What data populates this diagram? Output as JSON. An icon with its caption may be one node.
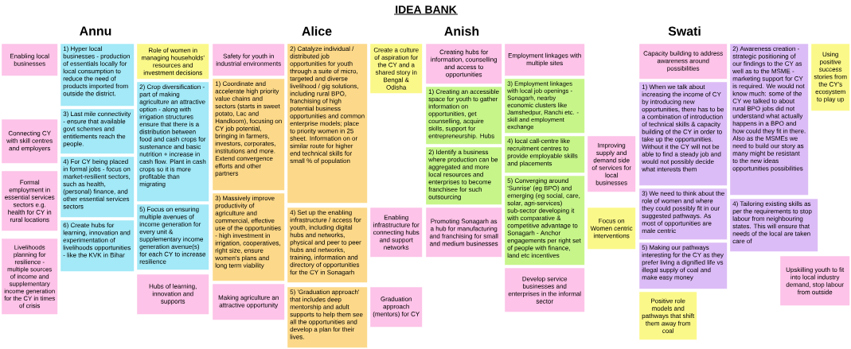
{
  "diagram": {
    "title": "IDEA BANK",
    "nodes": [
      {
        "text": [
          "Enabling local businesses"
        ]
      },
      {
        "text": [
          "Role of women in managing households' resources and investment decisions"
        ]
      },
      {
        "text": [
          "1) Hyper local businesses - production of essentials locally for local consumption to reduce the need of products imported from outside the district."
        ]
      },
      {
        "text": [
          "2) Crop diversification - part of making agriculture an attractive option - along with irrigation structures ensure that there is a distribution between food and cash crops for sustenance and basic nutrition + increase in cash flow. Plant in cash crops so it is more profitable than migrating"
        ]
      },
      {
        "text": [
          "Connecting CY with skill centres and employers"
        ]
      },
      {
        "text": [
          "3) Last mile connectivity - ensure that available govt schemes and entitlements reach the people."
        ]
      },
      {
        "text": [
          "4) For CY being placed in formal jobs - focus on market-resilient sectors, such as health, (personal) finance, and other essential services sectors"
        ]
      },
      {
        "text": [
          "Formal employment in essential services sectors e.g. health for CY in rural locations"
        ]
      },
      {
        "text": [
          "5) Focus on ensuring multiple avenues of income generation for every unit & supplementary income generation avenue(s) for each CY to increase resilience"
        ]
      },
      {
        "text": [
          "Livelihoods planning for resilience - multiple sources of income and supplementary income generation for the CY in times of crisis"
        ]
      },
      {
        "text": [
          "6) Create hubs for learning, innovation and experimentation of livelihoods opportunities - like the KVK in Bihar"
        ]
      },
      {
        "text": [
          "Hubs of learning, innovation and supports"
        ]
      },
      {
        "text": [
          "Safety for youth in industrial environments"
        ]
      },
      {
        "text": [
          "Create a culture of aspiration for the CY and a shared story in Bengal & Odisha"
        ]
      },
      {
        "text": [
          "1) Coordinate and accelerate high priority value chains and sectors (starts in sweet potato, Lac and Handloom), focusing on CY job potential, bringing in farmers, investors, corporates, institutions and more. Extend convergence efforts and other partners"
        ]
      },
      {
        "text": [
          "2) Catalyze individual / distributed job opportunities for youth through a suite of micro, targeted and diverse livelihood / gig solutions, including rural BPO, franchising of high potential business opportunities and common enterprise models; place to priority women in 25 sheet. Information on or similar route for higher end technical skills for small % of population"
        ]
      },
      {
        "text": [
          "3) Massively improve productivity of agriculture and commercial, effective use of the opportunities - high investment in irrigation, cooperatives, right size, ensure women's plans and long term viability"
        ]
      },
      {
        "text": [
          "Making agriculture an attractive opportunity"
        ]
      },
      {
        "text": [
          "4) Set up the enabling infrastructure / access for youth, including digital hubs and networks, physical and peer to peer hubs and networks, training, information and directory of opportunities for the CY in Sonagarh"
        ]
      },
      {
        "text": [
          "Enabling infrastructure for connecting hubs and support networks"
        ]
      },
      {
        "text": [
          "5) 'Graduation approach' that includes deep mentorship and adult supports to help them see all the opportunities and develop a plan for their lives."
        ]
      },
      {
        "text": [
          "Graduation approach (mentors) for CY"
        ]
      },
      {
        "text": [
          "Creating hubs for information, counselling and access to opportunities"
        ]
      },
      {
        "text": [
          "Employment linkages with multiple sites"
        ]
      },
      {
        "text": [
          "1) Creating an accessible space for youth to gather information on opportunities, get counselling, acquire skills, support for entrepreneurship. Hubs"
        ]
      },
      {
        "text": [
          "2) Identify a business where production can be aggregated and more local resources and enterprises to become franchisee for such outsourcing"
        ]
      },
      {
        "text": [
          "3) Employment linkages with local job openings - Sonagarh, nearby economic clusters like Jamshedpur, Ranchi etc. - skill and employment exchange"
        ]
      },
      {
        "text": [
          "4) local call-centre like recruitment centres to provide employable skills and placements"
        ]
      },
      {
        "text": [
          "Improving supply and demand side of services for local businesses"
        ]
      },
      {
        "text": [
          "5) Converging around 'Sunrise' (eg BPO) and emerging (eg social, care, solar, agri-services) sub-sector developing it with comparative & competitive advantage to Sonagarh - Anchor engagements per right set of people with finance, land etc incentives"
        ]
      },
      {
        "text": [
          "Promoting Sonagarh as a hub for manufacturing and franchising for small and medium businesses"
        ]
      },
      {
        "text": [
          "Develop service businesses and enterprises in the informal sector"
        ]
      },
      {
        "text": [
          "Focus on Women centric interventions"
        ]
      },
      {
        "text": [
          "Capacity building to address awareness around possibilities"
        ]
      },
      {
        "text": [
          "1) When we talk about increasing the income of CY by introducing new opportunities, there has to be a combination of introduction of technical skills & capacity building of the CY in order to take up the opportunities. Without it the CY will not be able to find a steady job and would not possibly decide what interests them"
        ]
      },
      {
        "text": [
          "2) Awareness creation - strategic positioning of our findings to the CY as well as to the MSME - marketing support for CY is required. We would not know much: some of the CY we talked to about rural BPO jobs did not understand what actually happens in a BPO and how could they fit in there. Also as the MSMEs we need to build our story as many might be resistant to the new ideas opportunities possibilities"
        ]
      },
      {
        "text": [
          "Using positive success stories from the CY's ecosystem to play up"
        ]
      },
      {
        "text": [
          "3) We need to think about the role of women and where they could possibly fit in our suggested pathways. As most of opportunities are male centric"
        ]
      },
      {
        "text": [
          "4) Tailoring existing skills as per the requirements to stop labour from neighbouring states. This will ensure that needs of the local are taken care of"
        ]
      },
      {
        "text": [
          "5) Making our pathways interesting for the CY as they prefer living a dignified life vs illegal supply of coal and make easy money"
        ]
      },
      {
        "text": [
          "Positive role models and pathways that shift them away from coal"
        ]
      },
      {
        "text": [
          "Upskilling youth to fit into local industry demand, stop labour from outside"
        ]
      }
    ],
    "labels": [
      "Annu",
      "Alice",
      "Anish",
      "Swati"
    ]
  }
}
